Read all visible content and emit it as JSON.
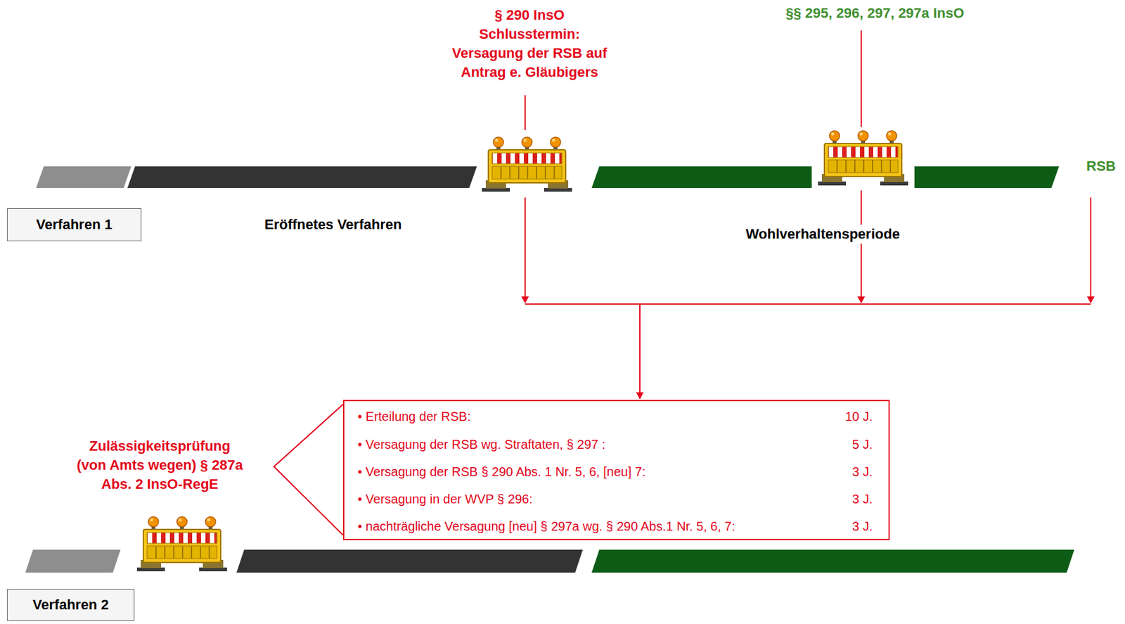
{
  "diagram": {
    "nodes": [
      {
        "text": [
          "Verfahren 1"
        ]
      },
      {
        "text": [
          "• Erteilung der RSB:",
          "10 J.",
          "• Versagung der RSB wg. Straftaten, § 297 :",
          "5 J.",
          "• Versagung der RSB § 290 Abs. 1 Nr. 5, 6, [neu] 7:",
          "3 J.",
          "• Versagung in der WVP § 296:",
          "3 J.",
          "• nachträgliche Versagung [neu] § 297a wg. § 290 Abs.1 Nr. 5, 6, 7:",
          "3 J."
        ]
      },
      {
        "text": [
          "Verfahren 2"
        ]
      }
    ],
    "labels": [
      "§ 290 InsO Schlusstermin: Versagung der RSB auf Antrag e. Gläubigers",
      "§§ 295, 296, 297, 297a InsO",
      "RSB",
      "Eröffnetes Verfahren",
      "Wohlverhaltensperiode",
      "Zulässigkeitsprüfung (von Amts wegen) § 287a Abs. 2 InsO-RegE"
    ]
  }
}
